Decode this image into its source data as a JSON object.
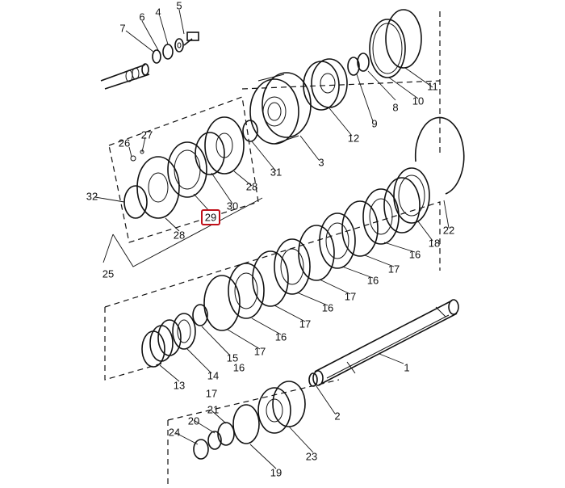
{
  "diagram": {
    "callouts": [
      "1",
      "2",
      "3",
      "4",
      "5",
      "6",
      "7",
      "8",
      "9",
      "10",
      "11",
      "12",
      "13",
      "14",
      "15",
      "16",
      "16",
      "16",
      "16",
      "16",
      "17",
      "17",
      "17",
      "17",
      "17",
      "18",
      "19",
      "20",
      "21",
      "22",
      "23",
      "24",
      "25",
      "26",
      "27",
      "28",
      "28",
      "29",
      "30",
      "31",
      "32"
    ],
    "highlighted_callout": "29",
    "highlight_color": "#c0101a"
  }
}
